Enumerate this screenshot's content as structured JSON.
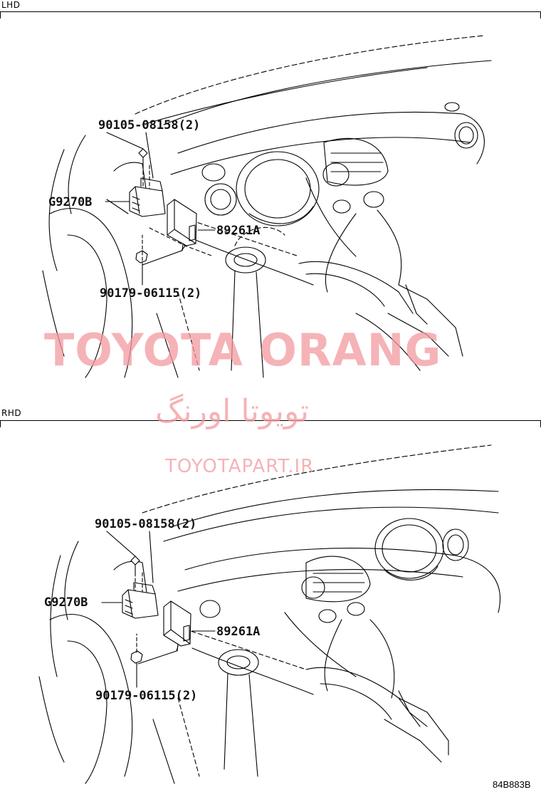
{
  "sections": [
    {
      "id": "lhd",
      "label": "LHD",
      "callouts": {
        "bolt": "90105-08158(2)",
        "bracket": "G9270B",
        "ecu": "89261A",
        "nut": "90179-06115(2)"
      }
    },
    {
      "id": "rhd",
      "label": "RHD",
      "callouts": {
        "bolt": "90105-08158(2)",
        "bracket": "G9270B",
        "ecu": "89261A",
        "nut": "90179-06115(2)"
      }
    }
  ],
  "watermark": {
    "main": "TOYOTA ORANG",
    "persian": "تويوتا اورنگ",
    "url": "TOYOTAPART.IR",
    "color": "#f29aa0"
  },
  "figure_code": "84B883B"
}
